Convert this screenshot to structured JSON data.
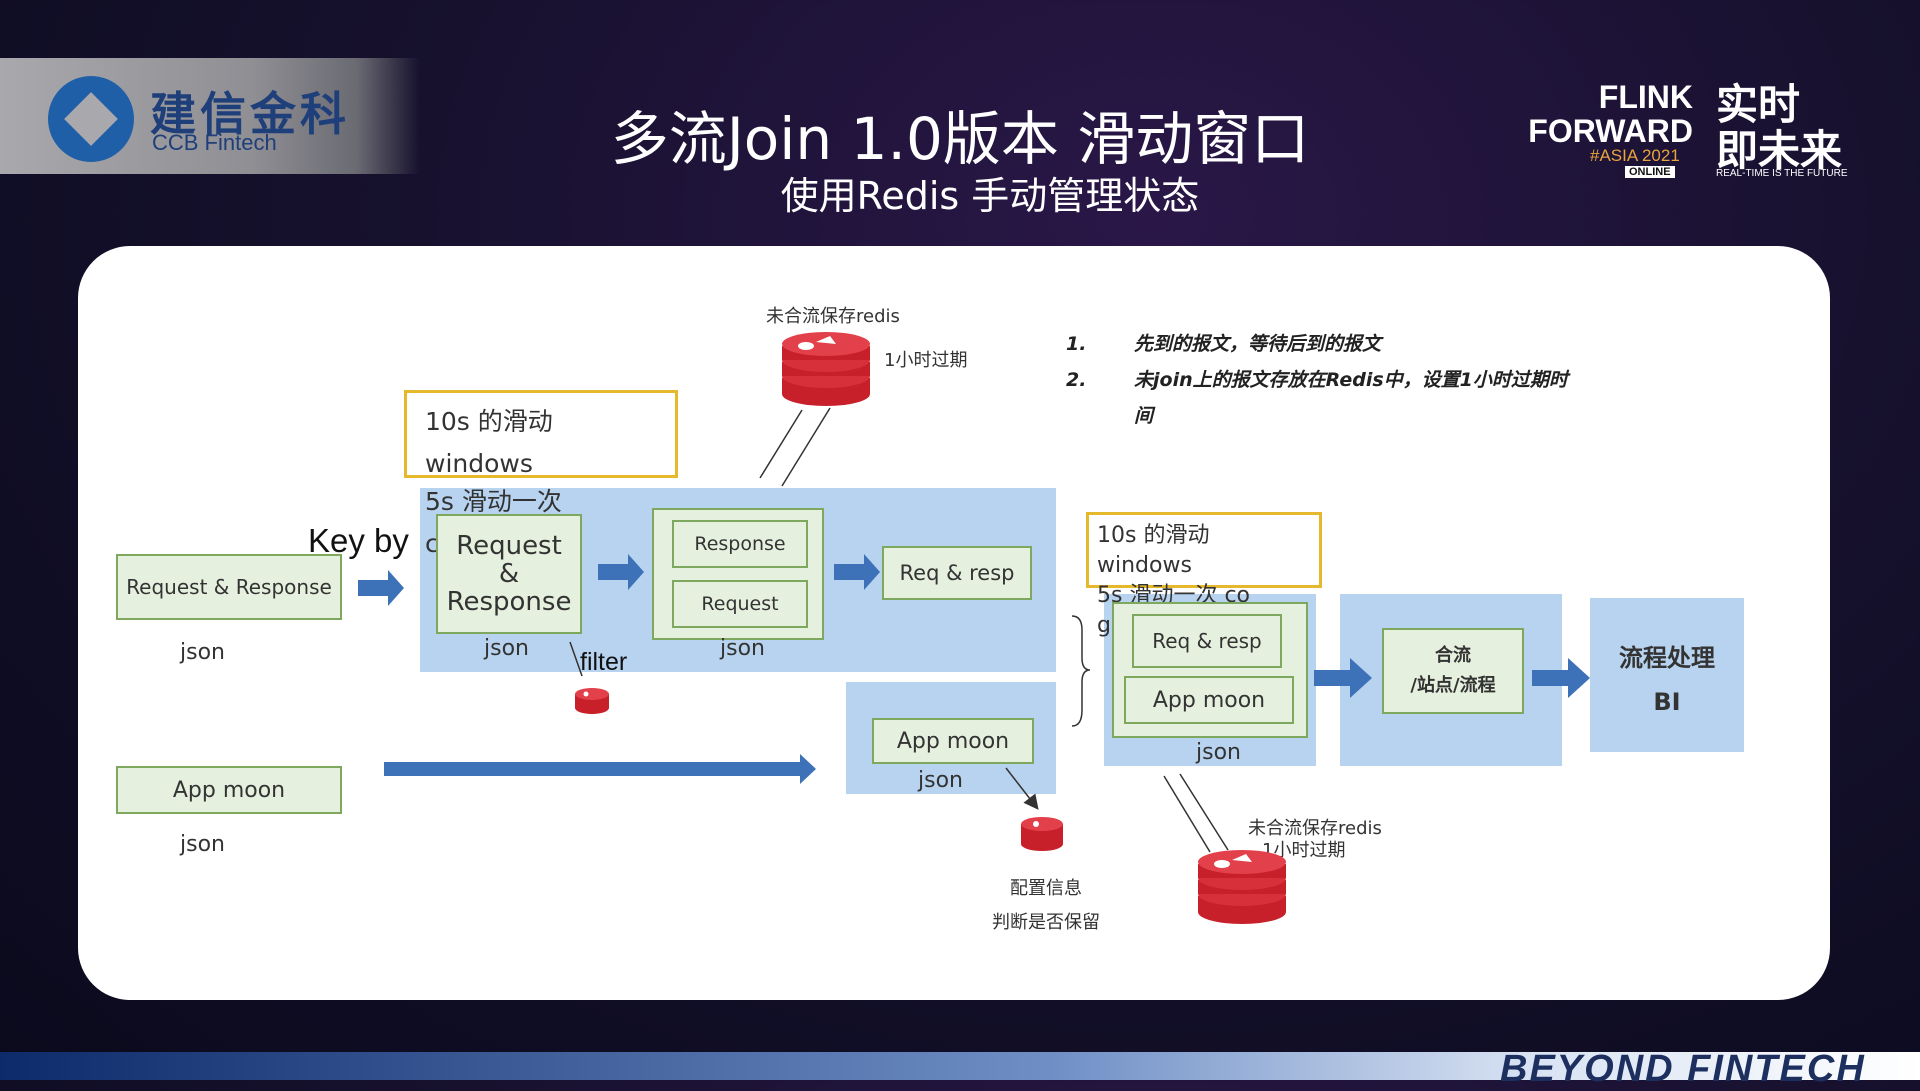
{
  "header": {
    "logo_cn": "建信金科",
    "logo_en": "CCB Fintech",
    "title": "多流Join 1.0版本 滑动窗口",
    "subtitle": "使用Redis 手动管理状态",
    "flink_forward_line1": "FLINK",
    "flink_forward_line2": "FORWARD",
    "flink_forward_event": "#ASIA 2021",
    "flink_forward_online": "ONLINE",
    "slogan_line1": "实时",
    "slogan_line2": "即未来",
    "slogan_en": "REAL-TIME IS THE FUTURE"
  },
  "footer": {
    "brand": "BEYOND FINTECH"
  },
  "diagram": {
    "window1_line1": "10s 的滑动 windows",
    "window1_line2": "5s 滑动一次 cogroup",
    "window2_line1": "10s 的滑动 windows",
    "window2_line2": "5s 滑动一次 co group",
    "input_req_resp": "Request & Response",
    "input_req_resp_format": "json",
    "input_app_moon": "App moon",
    "input_app_moon_format": "json",
    "keyby_label": "Key by",
    "box_request_response": "Request\n&\nResponse",
    "box_request_response_format": "json",
    "filter_label": "filter",
    "box_response": "Response",
    "box_request": "Request",
    "split_format": "json",
    "box_req_resp_1": "Req & resp",
    "redis_top_label": "未合流保存redis",
    "redis_top_expire": "1小时过期",
    "notes": [
      {
        "num": "1.",
        "text": "先到的报文，等待后到的报文"
      },
      {
        "num": "2.",
        "text": "未join上的报文存放在Redis中，设置1小时过期时"
      },
      {
        "num": "",
        "text": "间"
      }
    ],
    "box_app_moon_mid": "App moon",
    "box_app_moon_mid_format": "json",
    "config_label1": "配置信息",
    "config_label2": "判断是否保留",
    "box_req_resp_2": "Req & resp",
    "box_app_moon_2": "App moon",
    "join_format": "json",
    "redis_bottom_label": "未合流保存redis",
    "redis_bottom_expire": "1小时过期",
    "box_merge_line1": "合流",
    "box_merge_line2": "/站点/流程",
    "box_bi_line1": "流程处理",
    "box_bi_line2": "BI",
    "colors": {
      "light_blue": "#b8d3ef",
      "green_fill": "#e6f0df",
      "green_border": "#7fa85f",
      "arrow_blue": "#3d72b8",
      "window_border": "#e5b92b",
      "redis_red": "#c8202a"
    }
  }
}
